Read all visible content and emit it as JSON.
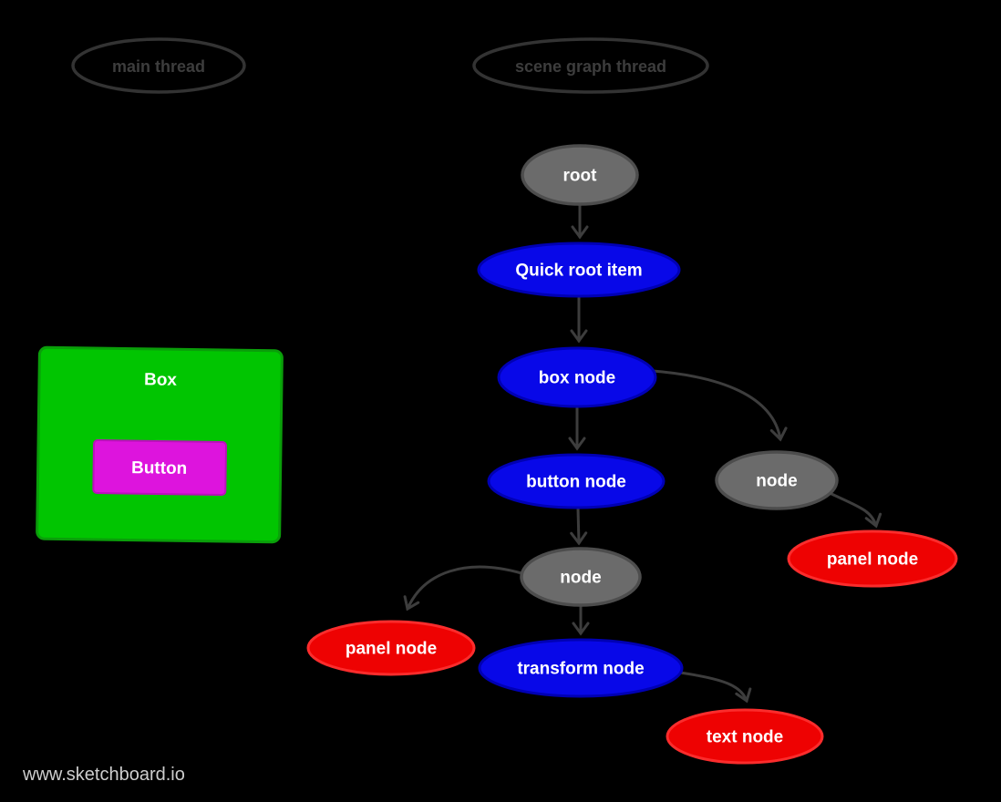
{
  "app": {
    "watermark": "www.sketchboard.io"
  },
  "colors": {
    "background": "#000000",
    "edge": "#3d3d3d",
    "thread_outline": "#333333",
    "thread_text": "#3d3d3d",
    "node_text": "#ffffff",
    "generic_node_fill": "#6b6b6b",
    "generic_node_stroke": "#4d4d4d",
    "element_node_fill": "#0808e8",
    "element_node_stroke": "#0000b4",
    "leaf_node_fill": "#ee0202",
    "leaf_node_stroke": "#fb2c2c",
    "box_fill": "#01c501",
    "box_stroke": "#0a9e0a",
    "button_fill": "#dd14dd",
    "button_stroke": "#b911b9",
    "watermark_text": "#cdcdcd"
  },
  "threads": {
    "main": {
      "label": "main thread"
    },
    "scene_graph": {
      "label": "scene graph thread"
    }
  },
  "main_thread": {
    "box": {
      "label": "Box"
    },
    "button": {
      "label": "Button"
    }
  },
  "scene_graph": {
    "nodes": {
      "root": {
        "label": "root",
        "kind": "generic"
      },
      "quick_root_item": {
        "label": "Quick root item",
        "kind": "element"
      },
      "box_node": {
        "label": "box node",
        "kind": "element"
      },
      "button_node": {
        "label": "button node",
        "kind": "element"
      },
      "right_node": {
        "label": "node",
        "kind": "generic"
      },
      "right_panel_node": {
        "label": "panel node",
        "kind": "leaf"
      },
      "mid_node": {
        "label": "node",
        "kind": "generic"
      },
      "left_panel_node": {
        "label": "panel node",
        "kind": "leaf"
      },
      "transform_node": {
        "label": "transform node",
        "kind": "element"
      },
      "text_node": {
        "label": "text node",
        "kind": "leaf"
      }
    },
    "edges": [
      {
        "from": "root",
        "to": "quick_root_item"
      },
      {
        "from": "quick_root_item",
        "to": "box_node"
      },
      {
        "from": "box_node",
        "to": "button_node"
      },
      {
        "from": "box_node",
        "to": "right_node"
      },
      {
        "from": "right_node",
        "to": "right_panel_node"
      },
      {
        "from": "button_node",
        "to": "mid_node"
      },
      {
        "from": "mid_node",
        "to": "left_panel_node"
      },
      {
        "from": "mid_node",
        "to": "transform_node"
      },
      {
        "from": "transform_node",
        "to": "text_node"
      }
    ]
  }
}
